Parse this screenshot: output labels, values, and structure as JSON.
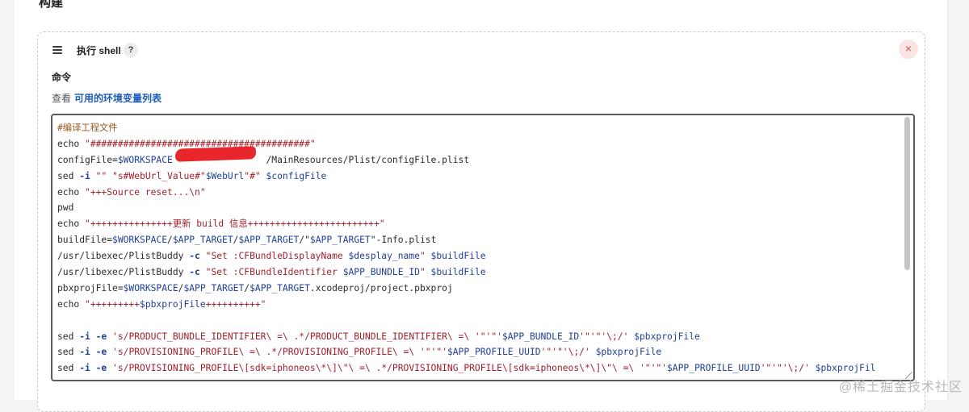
{
  "section": {
    "title": "构建"
  },
  "step": {
    "title": "执行 shell",
    "help": "?",
    "close": "×",
    "drag_icon": "drag-handle-icon"
  },
  "command": {
    "label": "命令",
    "env_prefix": "查看",
    "env_link": "可用的环境变量列表"
  },
  "code_lines": [
    [
      {
        "t": "#编译工程文件",
        "c": "comment"
      }
    ],
    [
      {
        "t": "echo "
      },
      {
        "t": "\"########################################\"",
        "c": "str"
      }
    ],
    [
      {
        "t": "configFile="
      },
      {
        "t": "$WORKSPACE",
        "c": "var"
      },
      {
        "t": "                 /MainResources/Plist/configFile.plist"
      }
    ],
    [
      {
        "t": "sed "
      },
      {
        "t": "-i",
        "c": "flag"
      },
      {
        "t": " "
      },
      {
        "t": "\"\"",
        "c": "str"
      },
      {
        "t": " "
      },
      {
        "t": "\"s#WebUrl_Value#\"",
        "c": "str"
      },
      {
        "t": "$WebUrl",
        "c": "var"
      },
      {
        "t": "\"#\"",
        "c": "str"
      },
      {
        "t": " "
      },
      {
        "t": "$configFile",
        "c": "var"
      }
    ],
    [
      {
        "t": "echo "
      },
      {
        "t": "\"+++Source reset...\\n\"",
        "c": "str"
      }
    ],
    [
      {
        "t": "pwd"
      }
    ],
    [
      {
        "t": "echo "
      },
      {
        "t": "\"+++++++++++++++更新 build 信息++++++++++++++++++++++++\"",
        "c": "str"
      }
    ],
    [
      {
        "t": "buildFile="
      },
      {
        "t": "$WORKSPACE",
        "c": "var"
      },
      {
        "t": "/"
      },
      {
        "t": "$APP_TARGET",
        "c": "var"
      },
      {
        "t": "/"
      },
      {
        "t": "$APP_TARGET",
        "c": "var"
      },
      {
        "t": "/\""
      },
      {
        "t": "$APP_TARGET",
        "c": "var"
      },
      {
        "t": "\"-Info.plist"
      }
    ],
    [
      {
        "t": "/usr/libexec/PlistBuddy "
      },
      {
        "t": "-c",
        "c": "flag"
      },
      {
        "t": " "
      },
      {
        "t": "\"Set :CFBundleDisplayName ",
        "c": "str"
      },
      {
        "t": "$desplay_name",
        "c": "var"
      },
      {
        "t": "\"",
        "c": "str"
      },
      {
        "t": " "
      },
      {
        "t": "$buildFile",
        "c": "var"
      }
    ],
    [
      {
        "t": "/usr/libexec/PlistBuddy "
      },
      {
        "t": "-c",
        "c": "flag"
      },
      {
        "t": " "
      },
      {
        "t": "\"Set :CFBundleIdentifier ",
        "c": "str"
      },
      {
        "t": "$APP_BUNDLE_ID",
        "c": "var"
      },
      {
        "t": "\"",
        "c": "str"
      },
      {
        "t": " "
      },
      {
        "t": "$buildFile",
        "c": "var"
      }
    ],
    [
      {
        "t": "pbxprojFile="
      },
      {
        "t": "$WORKSPACE",
        "c": "var"
      },
      {
        "t": "/"
      },
      {
        "t": "$APP_TARGET",
        "c": "var"
      },
      {
        "t": "/"
      },
      {
        "t": "$APP_TARGET",
        "c": "var"
      },
      {
        "t": ".xcodeproj/project.pbxproj"
      }
    ],
    [
      {
        "t": "echo "
      },
      {
        "t": "\"+++++++++",
        "c": "str"
      },
      {
        "t": "$pbxprojFile",
        "c": "var"
      },
      {
        "t": "++++++++++\"",
        "c": "str"
      }
    ],
    [
      {
        "t": ""
      }
    ],
    [
      {
        "t": "sed "
      },
      {
        "t": "-i -e",
        "c": "flag"
      },
      {
        "t": " "
      },
      {
        "t": "'s/PRODUCT_BUNDLE_IDENTIFIER\\ =\\ .*/PRODUCT_BUNDLE_IDENTIFIER\\ =\\ '\"'\"'",
        "c": "str"
      },
      {
        "t": "$APP_BUNDLE_ID",
        "c": "var"
      },
      {
        "t": "'\"'\"'\\;/'",
        "c": "str"
      },
      {
        "t": " "
      },
      {
        "t": "$pbxprojFile",
        "c": "var"
      }
    ],
    [
      {
        "t": "sed "
      },
      {
        "t": "-i -e",
        "c": "flag"
      },
      {
        "t": " "
      },
      {
        "t": "'s/PROVISIONING_PROFILE\\ =\\ .*/PROVISIONING_PROFILE\\ =\\ '\"'\"'",
        "c": "str"
      },
      {
        "t": "$APP_PROFILE_UUID",
        "c": "var"
      },
      {
        "t": "'\"'\"'\\;/'",
        "c": "str"
      },
      {
        "t": " "
      },
      {
        "t": "$pbxprojFile",
        "c": "var"
      }
    ],
    [
      {
        "t": "sed "
      },
      {
        "t": "-i -e",
        "c": "flag"
      },
      {
        "t": " "
      },
      {
        "t": "'s/PROVISIONING_PROFILE\\[sdk=iphoneos\\*\\]\\\"\\ =\\ .*/PROVISIONING_PROFILE\\[sdk=iphoneos\\*\\]\\\"\\ =\\ '\"'\"'",
        "c": "str"
      },
      {
        "t": "$APP_PROFILE_UUID",
        "c": "var"
      },
      {
        "t": "'\"'\"'\\;/'",
        "c": "str"
      },
      {
        "t": " "
      },
      {
        "t": "$pbxprojFil",
        "c": "var"
      }
    ]
  ],
  "watermark": "@稀土掘金技术社区"
}
